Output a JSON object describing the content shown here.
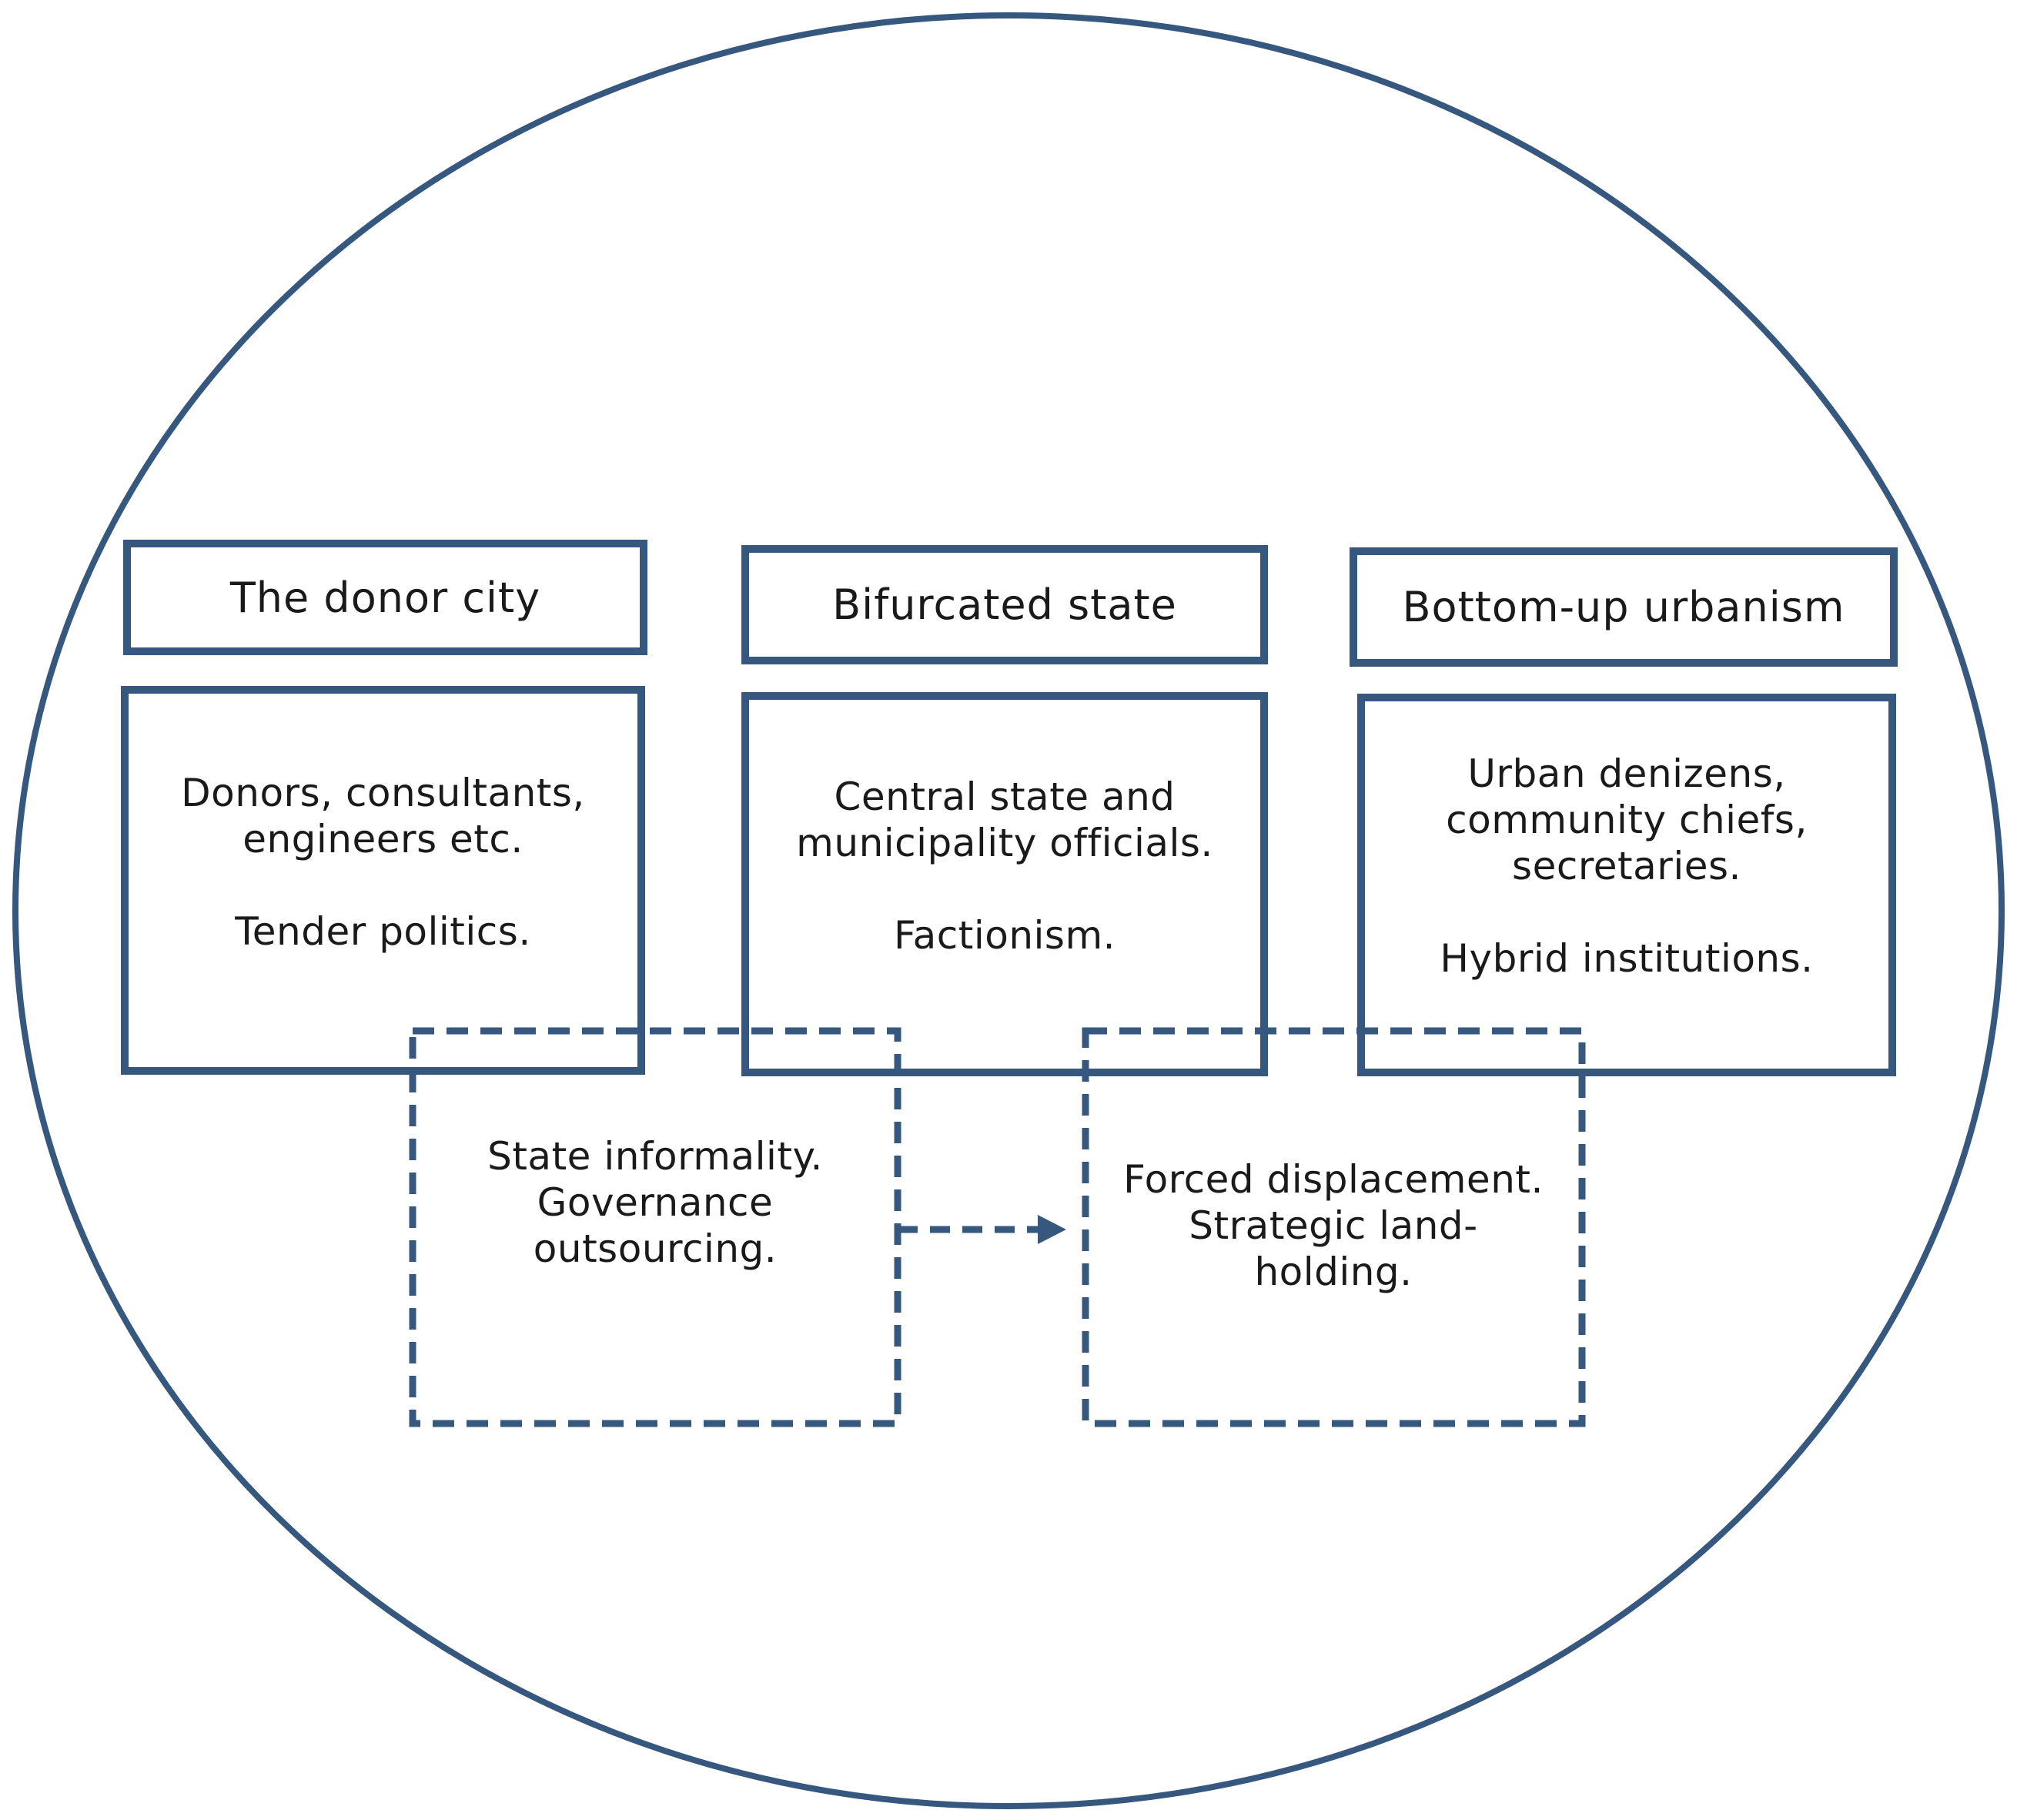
{
  "colors": {
    "stroke": "#36587e",
    "text": "#1a1a1a",
    "background": "#ffffff"
  },
  "headers": {
    "donor_city": "The donor city",
    "bifurcated_state": "Bifurcated state",
    "bottom_up": "Bottom-up urbanism"
  },
  "details": {
    "donor_city": {
      "line1": "Donors, consultants,",
      "line2": "engineers etc.",
      "line3": "Tender politics."
    },
    "bifurcated_state": {
      "line1": "Central state and",
      "line2": "municipality officials.",
      "line3": "Factionism."
    },
    "bottom_up": {
      "line1": "Urban denizens,",
      "line2": "community chiefs,",
      "line3": "secretaries.",
      "line4": "Hybrid institutions."
    }
  },
  "overlaps": {
    "state_informality": {
      "line1": "State informality.",
      "line2": "Governance",
      "line3": "outsourcing."
    },
    "forced_displacement": {
      "line1": "Forced displacement.",
      "line2": "Strategic land-",
      "line3": "holding."
    }
  }
}
